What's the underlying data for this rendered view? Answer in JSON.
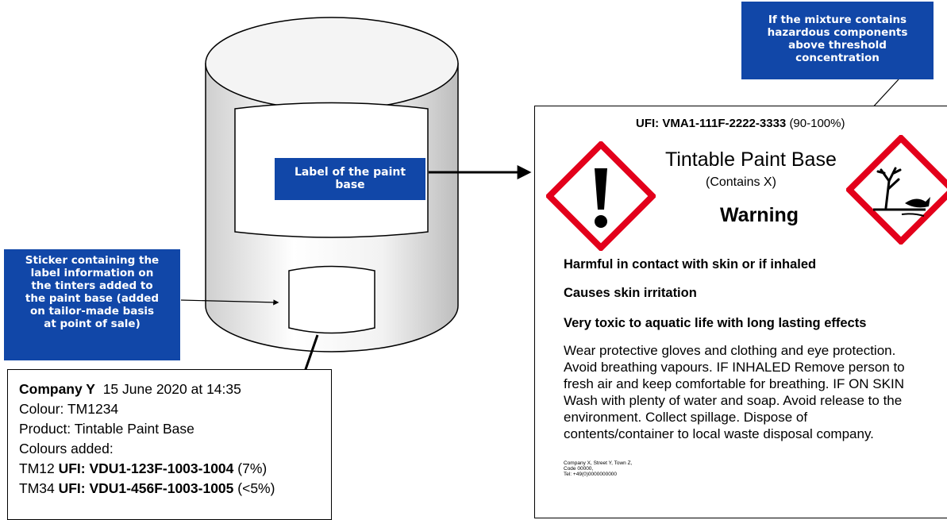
{
  "callouts": {
    "label_of_base": [
      "Label of the paint",
      "base"
    ],
    "hazard_note": [
      "If the mixture contains",
      "hazardous components",
      "above threshold",
      "concentration"
    ],
    "sticker_note": [
      "Sticker containing the",
      "label information on",
      "the tinters added to",
      "the paint base (added",
      "on tailor-made basis",
      "at point of sale)"
    ]
  },
  "receipt": {
    "company": "Company Y",
    "datetime": "15 June 2020 at 14:35",
    "colour": "Colour: TM1234",
    "product": "Product: Tintable Paint Base",
    "colours_added": "Colours added:",
    "tinters": [
      {
        "code": "TM12",
        "ufi": "UFI: VDU1-123F-1003-1004",
        "share": "(7%)"
      },
      {
        "code": "TM34",
        "ufi": "UFI: VDU1-456F-1003-1005",
        "share": "(<5%)"
      }
    ]
  },
  "label": {
    "ufi_code": "UFI: VMA1-111F-2222-3333",
    "ufi_share": "(90-100%)",
    "product_name": "Tintable Paint Base",
    "contains": "(Contains X)",
    "signal_word": "Warning",
    "hazard_statements": [
      "Harmful in contact with skin or if inhaled",
      "Causes skin irritation",
      "Very toxic to aquatic life with long lasting effects"
    ],
    "precautions": [
      "Wear protective gloves and clothing and eye protection.",
      "Avoid breathing vapours. IF INHALED Remove person to",
      "fresh air and keep comfortable for breathing. IF ON SKIN",
      "Wash with plenty of water and soap. Avoid release to the",
      "environment. Collect spillage. Dispose of",
      "contents/container to local waste disposal company."
    ],
    "supplier": [
      "Company X, Street Y, Town Z,",
      "Code 00000,",
      "Tel: +49(0)0000000000"
    ]
  },
  "pictograms": [
    "exclamation-mark-icon",
    "environment-hazard-icon"
  ],
  "colors": {
    "callout_bg": "#1147a8",
    "pictogram_border": "#e3001b"
  }
}
